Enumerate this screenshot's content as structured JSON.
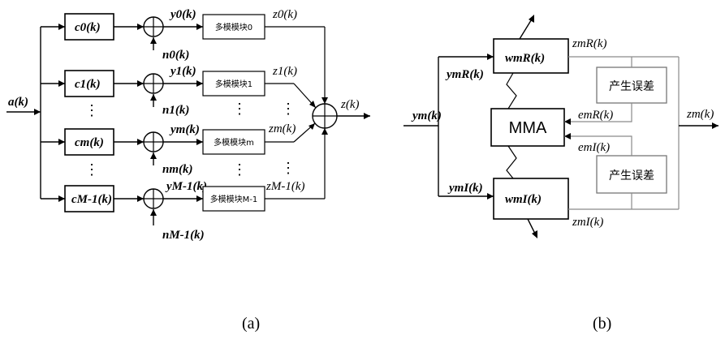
{
  "panel_a": {
    "caption": "(a)",
    "input_label": "a(k)",
    "output_label": "z(k)",
    "branches": [
      {
        "coef": "c0(k)",
        "y": "y0(k)",
        "noise": "n0(k)",
        "module": "多模模块0",
        "z": "z0(k)"
      },
      {
        "coef": "c1(k)",
        "y": "y1(k)",
        "noise": "n1(k)",
        "module": "多模模块1",
        "z": "z1(k)"
      },
      {
        "coef": "cm(k)",
        "y": "ym(k)",
        "noise": "nm(k)",
        "module": "多模模块m",
        "z": "zm(k)"
      },
      {
        "coef": "cM-1(k)",
        "y": "yM-1(k)",
        "noise": "nM-1(k)",
        "module": "多模模块M-1",
        "z": "zM-1(k)"
      }
    ]
  },
  "panel_b": {
    "caption": "(b)",
    "input_label": "ym(k)",
    "output_label": "zm(k)",
    "upper_input": "ymR(k)",
    "lower_input": "ymI(k)",
    "filter_r": "wmR(k)",
    "filter_i": "wmI(k)",
    "z_r": "zmR(k)",
    "z_i": "zmI(k)",
    "mma": "MMA",
    "err_r": "emR(k)",
    "err_i": "emI(k)",
    "error_gen": "产生误差",
    "error_gen_2": "产生误差"
  }
}
